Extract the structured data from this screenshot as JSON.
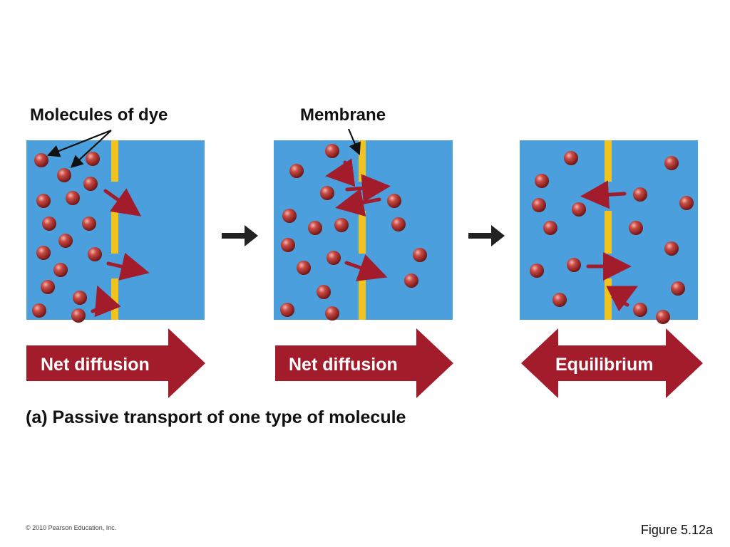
{
  "labels": {
    "dye": "Molecules of dye",
    "membrane": "Membrane"
  },
  "arrows": {
    "net1": "Net diffusion",
    "net2": "Net diffusion",
    "equilibrium": "Equilibrium"
  },
  "caption": "(a) Passive transport of one type of molecule",
  "copyright": "© 2010 Pearson Education, Inc.",
  "figure_number": "Figure 5.12a",
  "colors": {
    "fluid": "#4a9fdc",
    "membrane": "#f2c31c",
    "molecule": "#b83232",
    "arrow": "#a31c2b",
    "step_arrow": "#222222"
  }
}
